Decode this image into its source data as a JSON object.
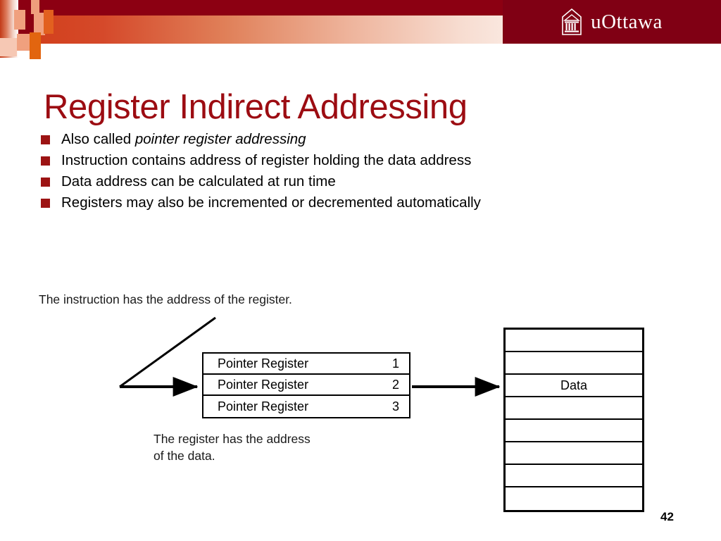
{
  "brand": {
    "logo_word": "uOttawa",
    "logo_icon": "uottawa-crest-icon",
    "band_dark": "#8c0012",
    "logo_block": "#800014",
    "accent_orange": "#e2650f"
  },
  "title": "Register Indirect Addressing",
  "title_color": "#9c0c12",
  "bullets": [
    {
      "plain": "Also called ",
      "italic": "pointer register addressing",
      "tail": ""
    },
    {
      "plain": "Instruction contains address of register holding the data address",
      "italic": "",
      "tail": ""
    },
    {
      "plain": "Data address can be calculated at run time",
      "italic": "",
      "tail": ""
    },
    {
      "plain": "Registers may also be incremented or decremented automatically",
      "italic": "",
      "tail": ""
    }
  ],
  "bullet_marker_color": "#9c1313",
  "diagram": {
    "caption_top": "The instruction has the address of the register.",
    "caption_bottom": "The register has the address\nof the data.",
    "register_rows": [
      {
        "label": "Pointer Register",
        "number": "1"
      },
      {
        "label": "Pointer Register",
        "number": "2"
      },
      {
        "label": "Pointer Register",
        "number": "3"
      }
    ],
    "memory_rows": [
      "",
      "",
      "Data",
      "",
      "",
      "",
      "",
      ""
    ],
    "memory_data_row_index": 2,
    "memory_data_label": "Data"
  },
  "page_number": "42"
}
